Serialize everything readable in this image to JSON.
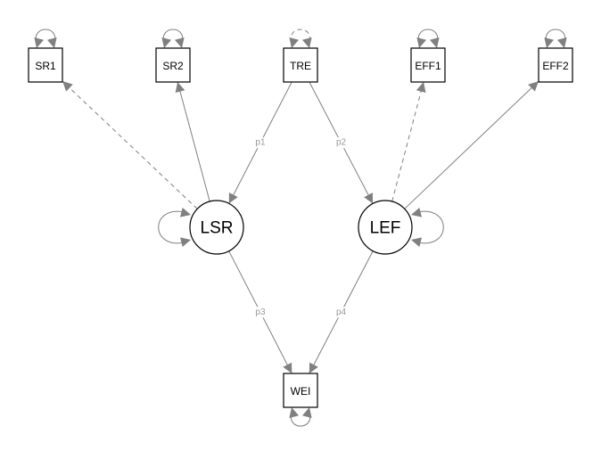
{
  "diagram": {
    "type": "path-diagram",
    "colors": {
      "edge": "#808080",
      "node_border": "#000000",
      "edge_label": "#9a9a9a",
      "background": "#ffffff"
    },
    "nodes": [
      {
        "id": "SR1",
        "label": "SR1",
        "kind": "observed"
      },
      {
        "id": "SR2",
        "label": "SR2",
        "kind": "observed"
      },
      {
        "id": "TRE",
        "label": "TRE",
        "kind": "observed"
      },
      {
        "id": "EFF1",
        "label": "EFF1",
        "kind": "observed"
      },
      {
        "id": "EFF2",
        "label": "EFF2",
        "kind": "observed"
      },
      {
        "id": "LSR",
        "label": "LSR",
        "kind": "latent"
      },
      {
        "id": "LEF",
        "label": "LEF",
        "kind": "latent"
      },
      {
        "id": "WEI",
        "label": "WEI",
        "kind": "observed"
      }
    ],
    "edges": [
      {
        "from": "LSR",
        "to": "SR1",
        "style": "dashed",
        "label": ""
      },
      {
        "from": "LSR",
        "to": "SR2",
        "style": "solid",
        "label": ""
      },
      {
        "from": "TRE",
        "to": "LSR",
        "style": "solid",
        "label": "p1"
      },
      {
        "from": "TRE",
        "to": "LEF",
        "style": "solid",
        "label": "p2"
      },
      {
        "from": "LEF",
        "to": "EFF1",
        "style": "dashed",
        "label": ""
      },
      {
        "from": "LEF",
        "to": "EFF2",
        "style": "solid",
        "label": ""
      },
      {
        "from": "LSR",
        "to": "WEI",
        "style": "solid",
        "label": "p3"
      },
      {
        "from": "LEF",
        "to": "WEI",
        "style": "solid",
        "label": "p4"
      }
    ],
    "variances": [
      {
        "node": "SR1",
        "style": "solid"
      },
      {
        "node": "SR2",
        "style": "solid"
      },
      {
        "node": "TRE",
        "style": "dashed"
      },
      {
        "node": "EFF1",
        "style": "solid"
      },
      {
        "node": "EFF2",
        "style": "solid"
      },
      {
        "node": "LSR",
        "style": "solid"
      },
      {
        "node": "LEF",
        "style": "solid"
      },
      {
        "node": "WEI",
        "style": "solid"
      }
    ]
  }
}
